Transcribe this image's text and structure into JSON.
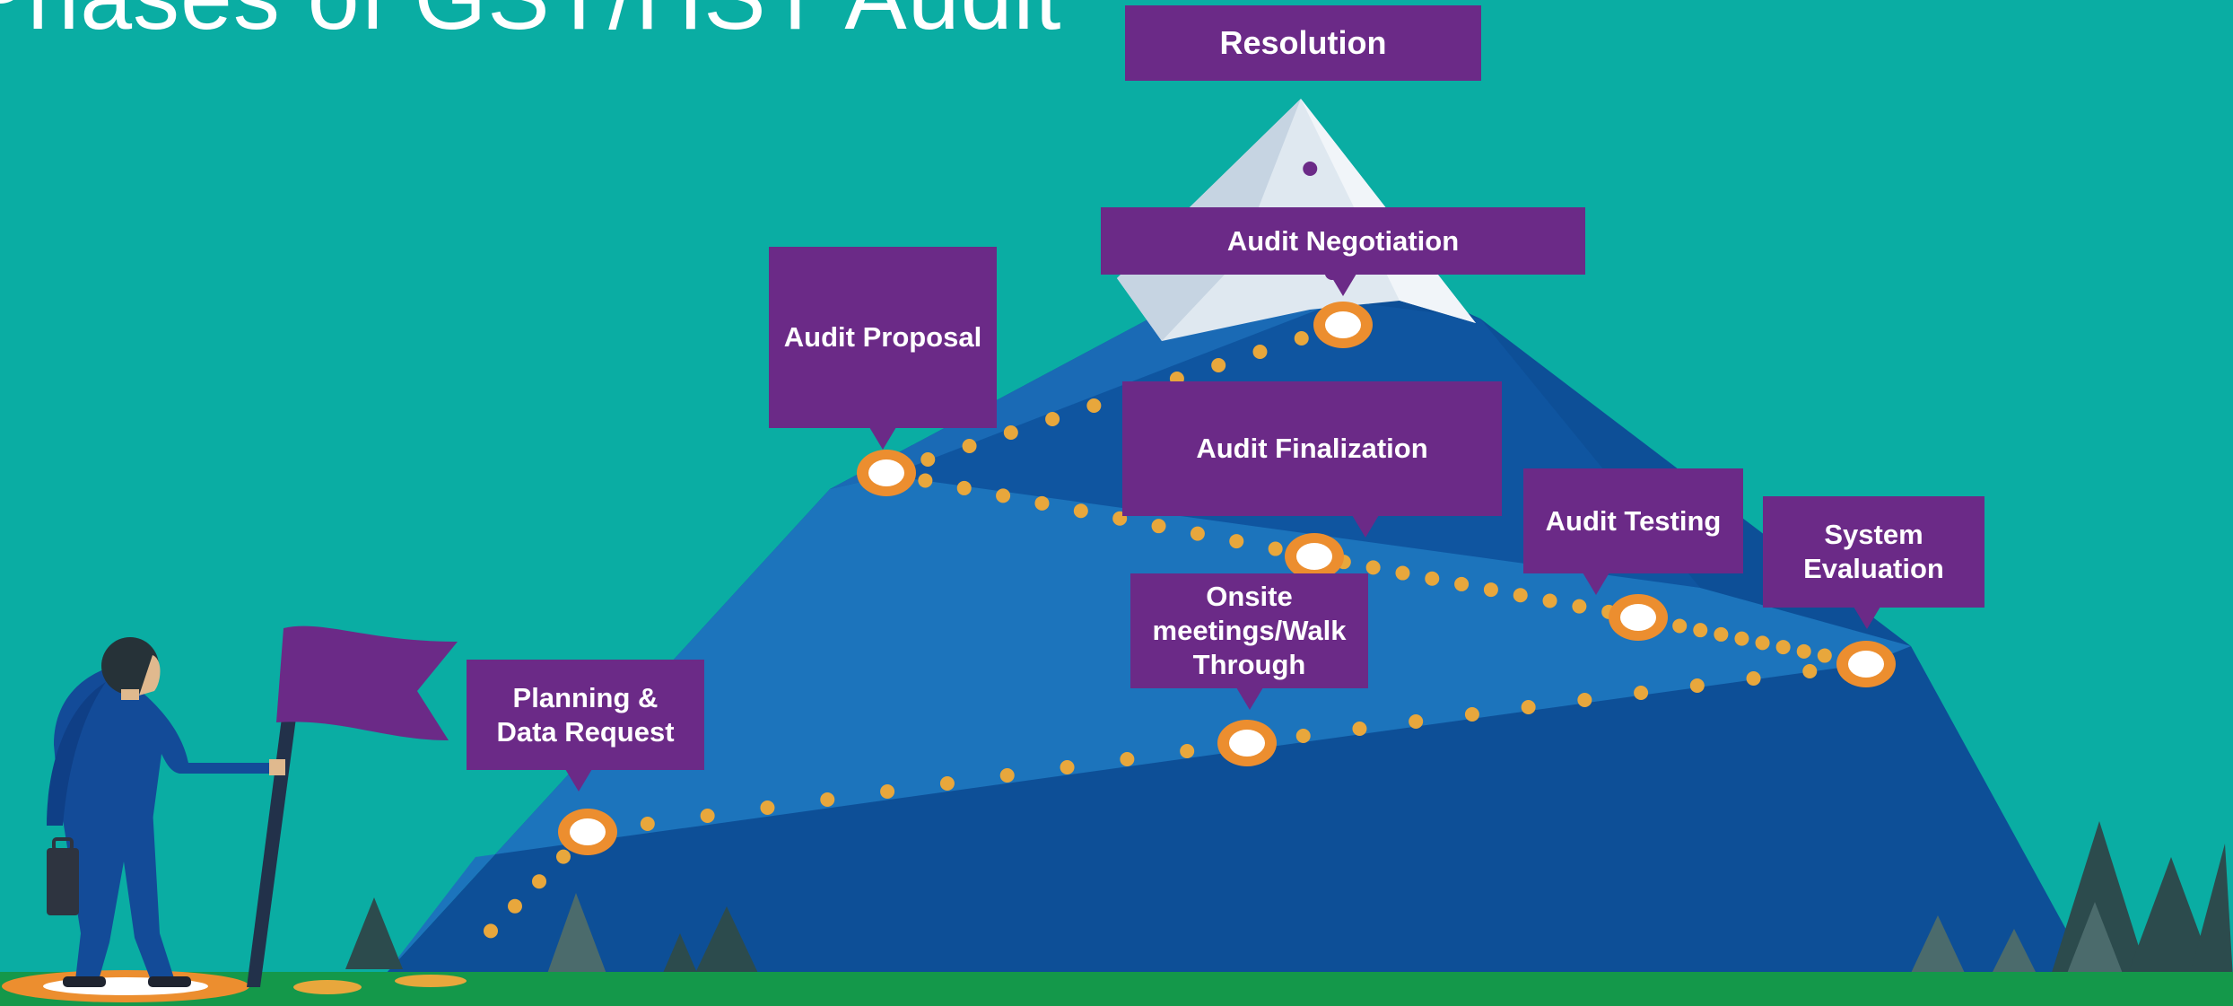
{
  "title": "Phases of GST/HST Audit",
  "phases": [
    {
      "id": "planning",
      "label": "Planning &\nData Request"
    },
    {
      "id": "onsite",
      "label": "Onsite\nmeetings/Walk\nThrough"
    },
    {
      "id": "system",
      "label": "System\nEvaluation"
    },
    {
      "id": "testing",
      "label": "Audit Testing"
    },
    {
      "id": "finalization",
      "label": "Audit Finalization"
    },
    {
      "id": "proposal",
      "label": "Audit Proposal"
    },
    {
      "id": "negotiation",
      "label": "Audit Negotiation"
    },
    {
      "id": "resolution",
      "label": "Resolution"
    }
  ],
  "colors": {
    "background": "#0aada3",
    "label_box": "#6b2a87",
    "mountain_dark": "#0d4f97",
    "mountain_mid": "#1565b4",
    "mountain_light": "#1a72bb",
    "path_dots": "#e8a73c",
    "milestone_ring": "#ec8e2f",
    "ground": "#14984a",
    "flag": "#6b2a87",
    "trees": "#2a4a4c"
  }
}
